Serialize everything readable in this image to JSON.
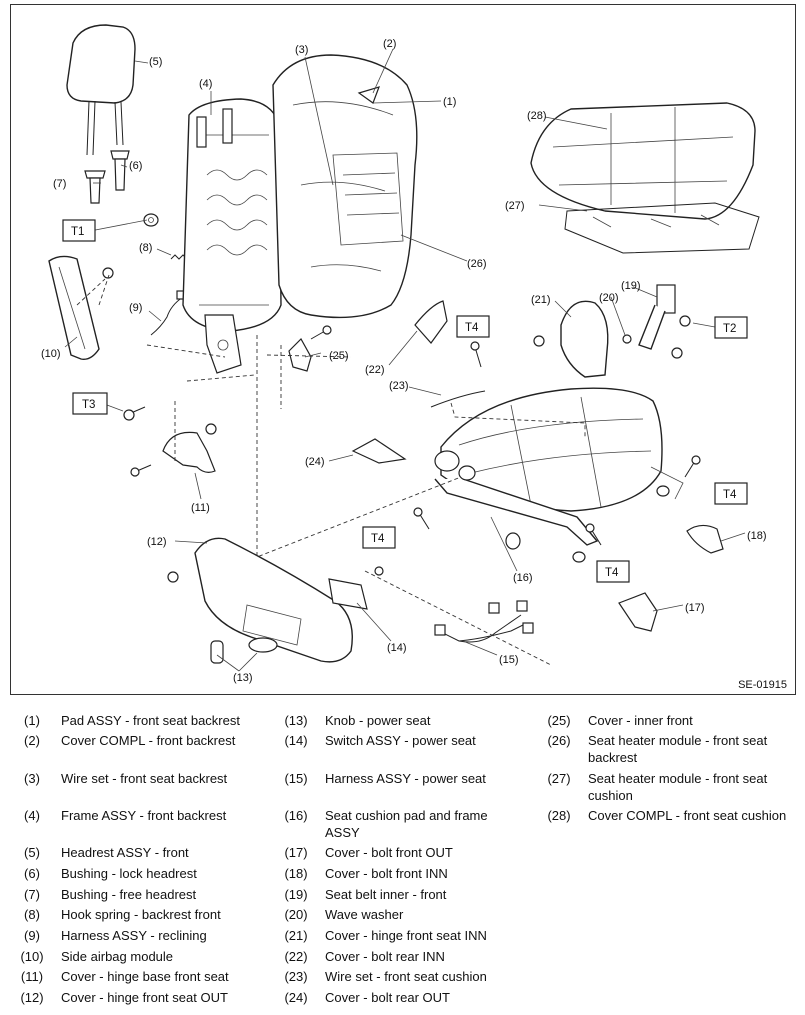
{
  "figure": {
    "code": "SE-01915",
    "callouts": [
      "(1)",
      "(2)",
      "(3)",
      "(4)",
      "(5)",
      "(6)",
      "(7)",
      "(8)",
      "(9)",
      "(10)",
      "(11)",
      "(12)",
      "(13)",
      "(14)",
      "(15)",
      "(16)",
      "(17)",
      "(18)",
      "(19)",
      "(20)",
      "(21)",
      "(22)",
      "(23)",
      "(24)",
      "(25)",
      "(26)",
      "(27)",
      "(28)"
    ],
    "torque_tags": [
      "T1",
      "T2",
      "T3",
      "T4",
      "T4",
      "T4",
      "T4"
    ]
  },
  "legend": [
    {
      "num": "(1)",
      "label": "Pad ASSY - front seat backrest"
    },
    {
      "num": "(2)",
      "label": "Cover COMPL - front backrest"
    },
    {
      "num": "(3)",
      "label": "Wire set - front seat backrest"
    },
    {
      "num": "(4)",
      "label": "Frame ASSY - front backrest"
    },
    {
      "num": "(5)",
      "label": "Headrest ASSY - front"
    },
    {
      "num": "(6)",
      "label": "Bushing - lock headrest"
    },
    {
      "num": "(7)",
      "label": "Bushing - free headrest"
    },
    {
      "num": "(8)",
      "label": "Hook spring - backrest front"
    },
    {
      "num": "(9)",
      "label": "Harness ASSY - reclining"
    },
    {
      "num": "(10)",
      "label": "Side airbag module"
    },
    {
      "num": "(11)",
      "label": "Cover - hinge base front seat"
    },
    {
      "num": "(12)",
      "label": "Cover - hinge front seat OUT"
    },
    {
      "num": "(13)",
      "label": "Knob - power seat"
    },
    {
      "num": "(14)",
      "label": "Switch ASSY - power seat"
    },
    {
      "num": "(15)",
      "label": "Harness ASSY - power seat"
    },
    {
      "num": "(16)",
      "label": "Seat cushion pad and frame ASSY"
    },
    {
      "num": "(17)",
      "label": "Cover - bolt front OUT"
    },
    {
      "num": "(18)",
      "label": "Cover - bolt front INN"
    },
    {
      "num": "(19)",
      "label": "Seat belt inner - front"
    },
    {
      "num": "(20)",
      "label": "Wave washer"
    },
    {
      "num": "(21)",
      "label": "Cover - hinge front seat INN"
    },
    {
      "num": "(22)",
      "label": "Cover - bolt rear INN"
    },
    {
      "num": "(23)",
      "label": "Wire set - front seat cushion"
    },
    {
      "num": "(24)",
      "label": "Cover - bolt rear OUT"
    },
    {
      "num": "(25)",
      "label": "Cover - inner front"
    },
    {
      "num": "(26)",
      "label": "Seat heater module - front seat backrest"
    },
    {
      "num": "(27)",
      "label": "Seat heater module - front seat cushion"
    },
    {
      "num": "(28)",
      "label": "Cover COMPL - front seat cushion"
    }
  ]
}
